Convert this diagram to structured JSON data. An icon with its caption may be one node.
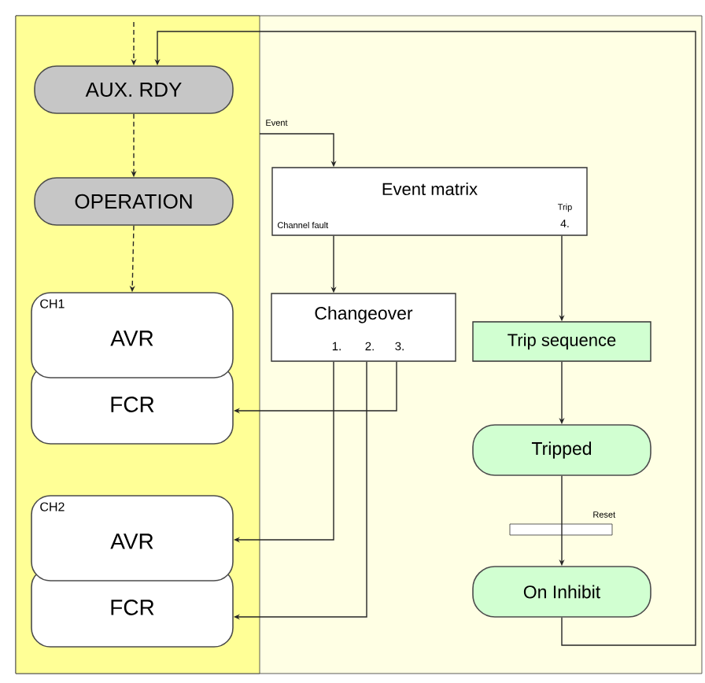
{
  "diagram": {
    "nodes": [
      {
        "text": [
          "AUX. RDY"
        ]
      },
      {
        "text": [
          "OPERATION"
        ]
      },
      {
        "text": [
          "CH1",
          "AVR"
        ]
      },
      {
        "text": [
          "FCR"
        ]
      },
      {
        "text": [
          "CH2",
          "AVR"
        ]
      },
      {
        "text": [
          "FCR"
        ]
      },
      {
        "text": [
          "Event matrix",
          "Channel fault",
          "Trip",
          "4."
        ]
      },
      {
        "text": [
          "Changeover",
          "1.",
          "2.",
          "3."
        ]
      },
      {
        "text": [
          "Trip sequence"
        ]
      },
      {
        "text": [
          "Tripped"
        ]
      },
      {
        "text": [
          "On Inhibit"
        ]
      }
    ],
    "edges": [
      {
        "from": null,
        "to": 0,
        "arrow": "to",
        "style": "dashed"
      },
      {
        "from": 10,
        "to": 0,
        "arrow": "to"
      },
      {
        "from": 0,
        "to": 1,
        "arrow": "to",
        "style": "dashed"
      },
      {
        "from": 1,
        "to": 2,
        "arrow": "to",
        "style": "dashed"
      },
      {
        "from": null,
        "to": 6,
        "arrow": "to",
        "label": "Event"
      },
      {
        "from": 6,
        "to": 7,
        "arrow": "to"
      },
      {
        "from": 6,
        "to": 8,
        "arrow": "to"
      },
      {
        "from": 7,
        "to": 4,
        "arrow": "to"
      },
      {
        "from": 7,
        "to": 5,
        "arrow": "to"
      },
      {
        "from": 7,
        "to": 3,
        "arrow": "to"
      },
      {
        "from": 8,
        "to": 9,
        "arrow": "to"
      },
      {
        "from": 9,
        "to": 10,
        "arrow": "to",
        "label": "Reset"
      }
    ]
  }
}
